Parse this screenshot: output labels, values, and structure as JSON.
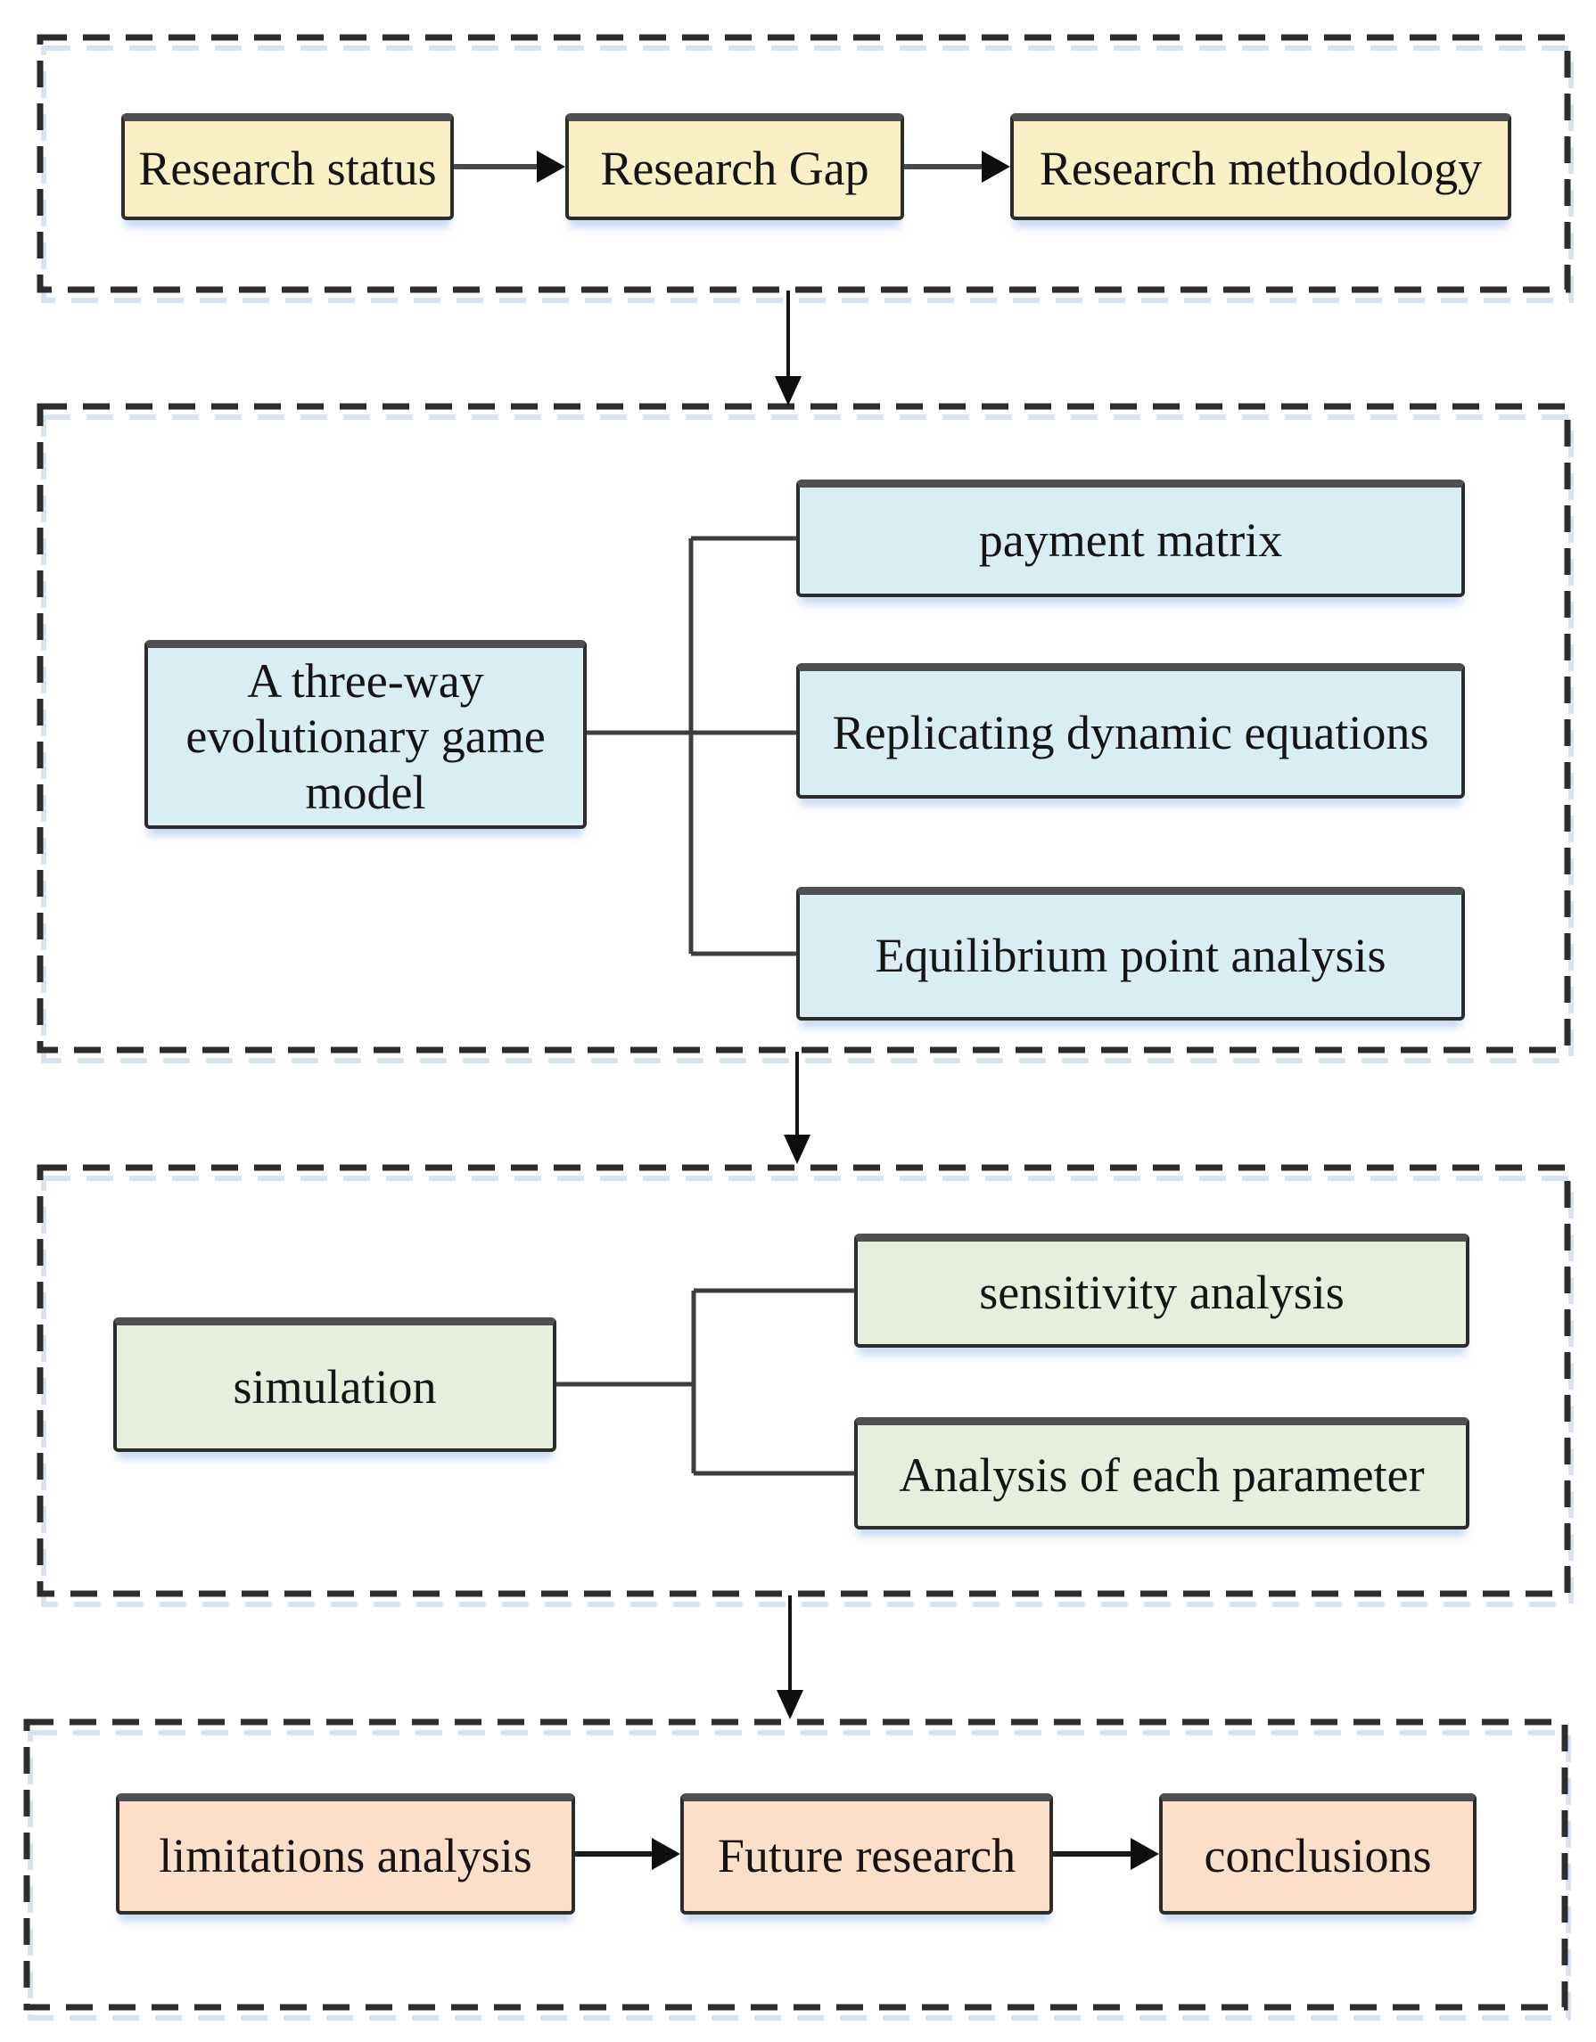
{
  "flowchart": {
    "stage1": {
      "boxes": [
        "Research status",
        "Research Gap",
        "Research methodology"
      ]
    },
    "stage2": {
      "parent_lines": [
        "A three-way",
        "evolutionary game",
        "model"
      ],
      "children": [
        "payment matrix",
        "Replicating dynamic equations",
        "Equilibrium point analysis"
      ]
    },
    "stage3": {
      "parent": "simulation",
      "children": [
        "sensitivity analysis",
        "Analysis of each parameter"
      ]
    },
    "stage4": {
      "boxes": [
        "limitations analysis",
        "Future research",
        "conclusions"
      ]
    },
    "colors": {
      "stage1_fill": "#faefc5",
      "stage2_fill": "#d9edf4",
      "stage3_fill": "#e5efdc",
      "stage4_fill": "#fbdfc8",
      "box_border": "#2c2c2c",
      "box_border_top": "#4f4f4f",
      "connector": "#3d3d3d",
      "arrowhead": "#0e0e0e",
      "section_dash": "#2d2d2d",
      "dash_shadow": "#d7e2f3",
      "box_glow": "#9bbce8"
    }
  }
}
